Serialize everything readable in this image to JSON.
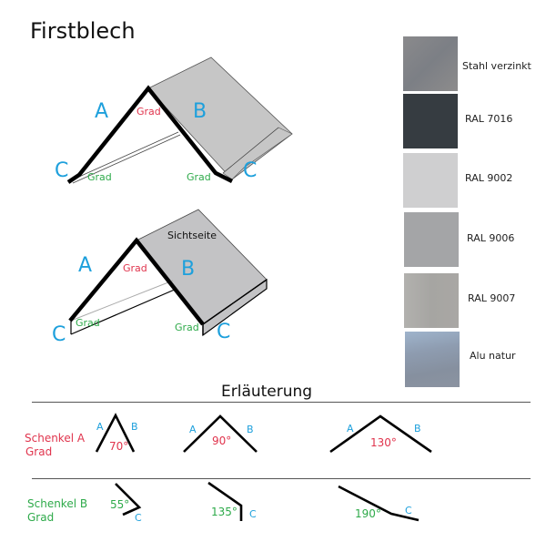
{
  "title": "Firstblech",
  "diagram_top": {
    "labels": {
      "A": "A",
      "B": "B",
      "C_left": "C",
      "C_right": "C"
    },
    "apex_angle": "Grad",
    "left_angle": "Grad",
    "right_angle": "Grad"
  },
  "diagram_bottom": {
    "labels": {
      "A": "A",
      "B": "B",
      "C_left": "C",
      "C_right": "C"
    },
    "visible_side": "Sichtseite",
    "apex_angle": "Grad",
    "left_angle": "Grad",
    "right_angle": "Grad"
  },
  "swatches": [
    {
      "label": "Stahl verzinkt",
      "color": "#85868a"
    },
    {
      "label": "RAL 7016",
      "color": "#363c41"
    },
    {
      "label": "RAL 9002",
      "color": "#cfcfd0"
    },
    {
      "label": "RAL 9006",
      "color": "#a4a5a7"
    },
    {
      "label": "RAL 9007",
      "color": "#a8a7a5"
    },
    {
      "label": "Alu natur",
      "color": "#8f9aa9"
    }
  ],
  "legend": {
    "heading": "Erläuterung",
    "row_a": {
      "label_line1": "Schenkel A",
      "label_line2": "Grad",
      "examples": [
        {
          "a": "A",
          "b": "B",
          "angle": "70°"
        },
        {
          "a": "A",
          "b": "B",
          "angle": "90°"
        },
        {
          "a": "A",
          "b": "B",
          "angle": "130°"
        }
      ]
    },
    "row_b": {
      "label_line1": "Schenkel B",
      "label_line2": "Grad",
      "examples": [
        {
          "c": "C",
          "angle": "55°"
        },
        {
          "c": "C",
          "angle": "135°"
        },
        {
          "c": "C",
          "angle": "190°"
        }
      ]
    }
  },
  "colors": {
    "blue": "#1ea0dc",
    "red": "#e0344d",
    "green": "#2eaa4a"
  }
}
